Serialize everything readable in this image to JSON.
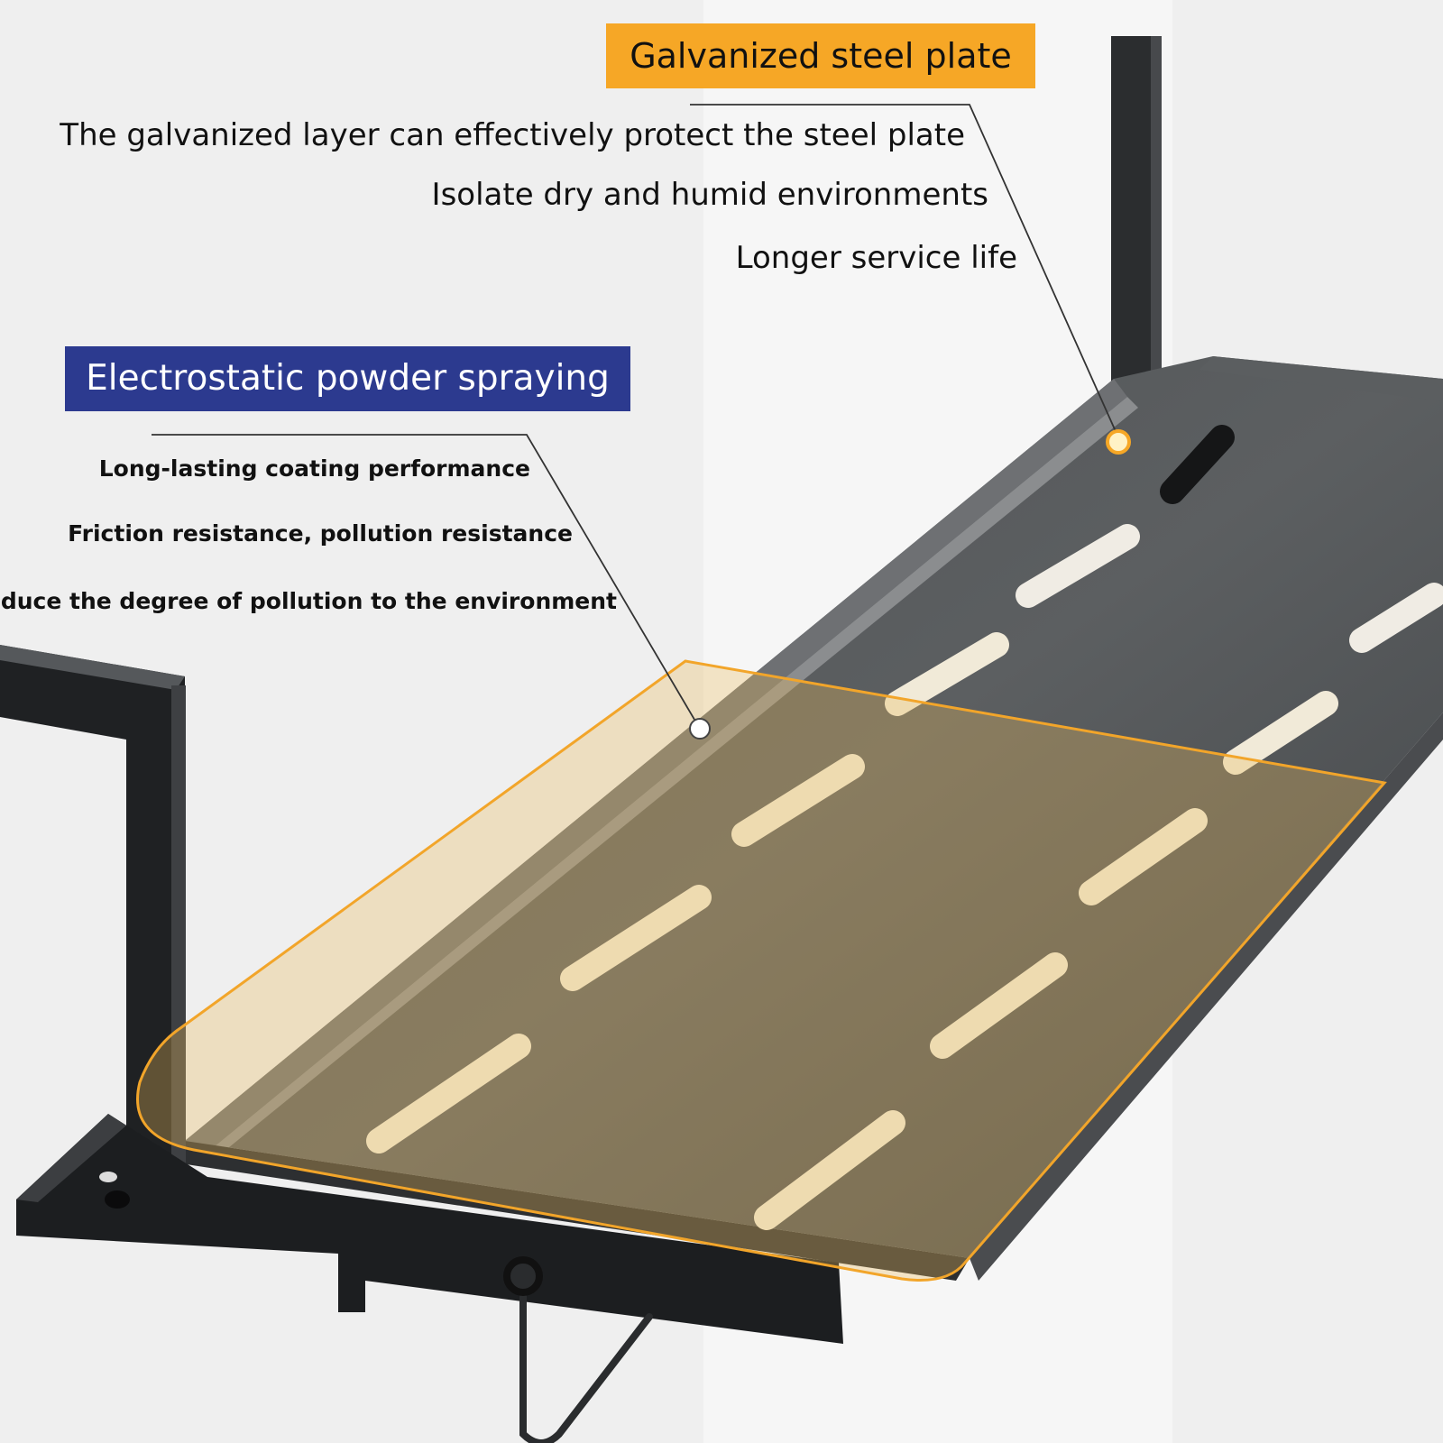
{
  "galvanized": {
    "title": "Galvanized steel plate",
    "lines": [
      "The galvanized layer can effectively protect the steel plate",
      "Isolate dry and humid environments",
      "Longer service life"
    ]
  },
  "electrostatic": {
    "title": "Electrostatic powder spraying",
    "lines": [
      "Long-lasting coating performance",
      "Friction resistance, pollution resistance",
      "reduce the degree of pollution to the environment"
    ]
  },
  "colors": {
    "orange_tag": "#f6a726",
    "blue_tag": "#2c3a8f",
    "shelf": "#3a3c3f",
    "background": "#efefef"
  }
}
